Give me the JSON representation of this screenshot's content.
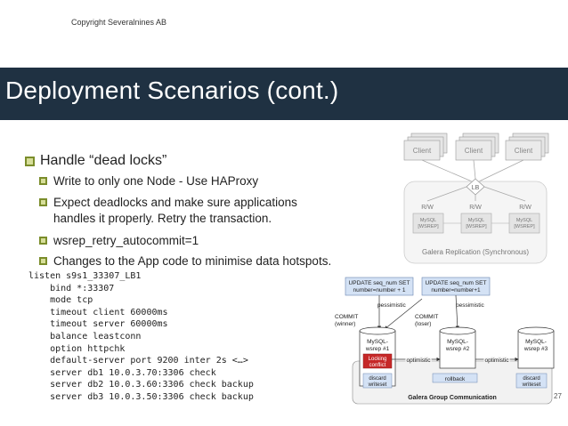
{
  "copyright": "Copyright Severalnines AB",
  "title": "Deployment Scenarios (cont.)",
  "bullets": {
    "main": "Handle “dead locks”",
    "sub": [
      "Write to only one Node - Use HAProxy",
      "Expect deadlocks and make sure applications",
      "handles it properly. Retry the transaction.",
      "wsrep_retry_autocommit=1",
      "Changes to the App code to minimise data hotspots."
    ]
  },
  "code": [
    "listen s9s1_33307_LB1",
    "    bind *:33307",
    "    mode tcp",
    "    timeout client 60000ms",
    "    timeout server 60000ms",
    "    balance leastconn",
    "    option httpchk",
    "    default-server port 9200 inter 2s <…>",
    "    server db1 10.0.3.70:3306 check",
    "    server db2 10.0.3.60:3306 check backup",
    "    server db3 10.0.3.50:3306 check backup"
  ],
  "diagram_top": {
    "client1": "Client",
    "client2": "Client",
    "client3": "Client",
    "lb": "LB",
    "rw1": "R/W",
    "rw2": "R/W",
    "rw3": "R/W",
    "node_line1": "MySQL",
    "node_line2": "[WSREP]",
    "caption": "Galera Replication (Synchronous)"
  },
  "diagram_bottom": {
    "update1_l1": "UPDATE seq_num SET",
    "update1_l2": "number=number + 1",
    "update2_l1": "UPDATE seq_num SET",
    "update2_l2": "number=number+1",
    "pessimistic1": "pessimistic",
    "pessimistic2": "pessimistic",
    "commit_winner_l1": "COMMIT",
    "commit_winner_l2": "(winner)",
    "commit_loser_l1": "COMMIT",
    "commit_loser_l2": "(loser)",
    "node1_l1": "MySQL-",
    "node1_l2": "wsrep #1",
    "node2_l1": "MySQL-",
    "node2_l2": "wsrep #2",
    "node3_l1": "MySQL-",
    "node3_l2": "wsrep #3",
    "locking_l1": "Locking",
    "locking_l2": "conflict",
    "optimistic1": "optimistic",
    "optimistic2": "optimistic",
    "discard1_l1": "discard",
    "discard1_l2": "writeset",
    "rollback": "rollback",
    "discard2_l1": "discard",
    "discard2_l2": "writeset",
    "group_comm": "Galera Group Communication"
  },
  "page_number": "27",
  "colors": {
    "title_band": "#1f3142",
    "bullet_green": "#7b8d2b",
    "diagram_blue": "#d4e2f5",
    "locking_red": "#c62828"
  }
}
